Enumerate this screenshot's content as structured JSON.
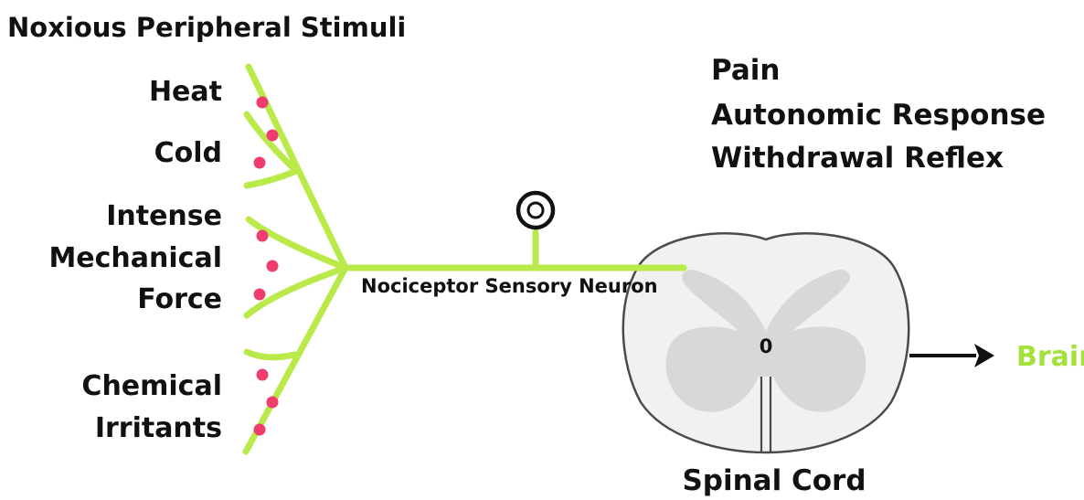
{
  "title": "Noxious Peripheral Stimuli",
  "stimuli": {
    "heat": "Heat",
    "cold": "Cold",
    "mechanical": [
      "Intense",
      "Mechanical",
      "Force"
    ],
    "chemical": [
      "Chemical",
      "Irritants"
    ]
  },
  "responses": [
    "Pain",
    "Autonomic Response",
    "Withdrawal Reflex"
  ],
  "neuron_label": "Nociceptor Sensory Neuron",
  "spinal_cord_label": "Spinal Cord",
  "spinal_center_label": "0",
  "brain_label": "Brain",
  "colors": {
    "nerve": "#b9ea4a",
    "receptor_dot": "#ee3d6e",
    "cord_outline": "#4a4a4a",
    "cord_white_matter": "#f1f1f1",
    "grey_matter": "#d8d8d8",
    "text": "#111111",
    "brain_text": "#a2e23a",
    "arrow": "#111111"
  }
}
